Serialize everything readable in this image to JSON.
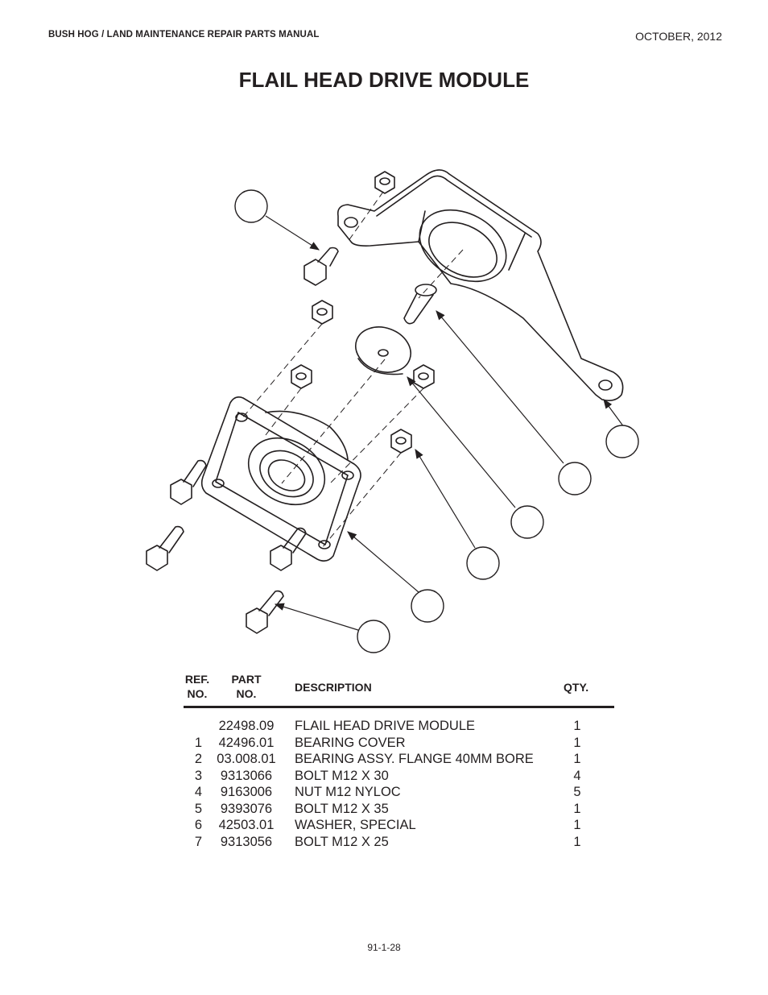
{
  "header": {
    "manual": "BUSH HOG / LAND MAINTENANCE REPAIR PARTS MANUAL",
    "date": "OCTOBER, 2012"
  },
  "title": "FLAIL HEAD DRIVE MODULE",
  "table": {
    "headers": {
      "ref_line1": "REF.",
      "ref_line2": "NO.",
      "part_line1": "PART",
      "part_line2": "NO.",
      "description": "DESCRIPTION",
      "qty": "QTY."
    },
    "rows": [
      {
        "ref": "",
        "part": "22498.09",
        "description": "FLAIL HEAD DRIVE MODULE",
        "qty": "1"
      },
      {
        "ref": "1",
        "part": "42496.01",
        "description": "BEARING COVER",
        "qty": "1"
      },
      {
        "ref": "2",
        "part": "03.008.01",
        "description": "BEARING ASSY. FLANGE 40MM BORE",
        "qty": "1"
      },
      {
        "ref": "3",
        "part": "9313066",
        "description": "BOLT M12 X 30",
        "qty": "4"
      },
      {
        "ref": "4",
        "part": "9163006",
        "description": "NUT M12 NYLOC",
        "qty": "5"
      },
      {
        "ref": "5",
        "part": "9393076",
        "description": "BOLT M12 X 35",
        "qty": "1"
      },
      {
        "ref": "6",
        "part": "42503.01",
        "description": "WASHER, SPECIAL",
        "qty": "1"
      },
      {
        "ref": "7",
        "part": "9313056",
        "description": "BOLT M12 X 25",
        "qty": "1"
      }
    ]
  },
  "page_number": "91-1-28"
}
